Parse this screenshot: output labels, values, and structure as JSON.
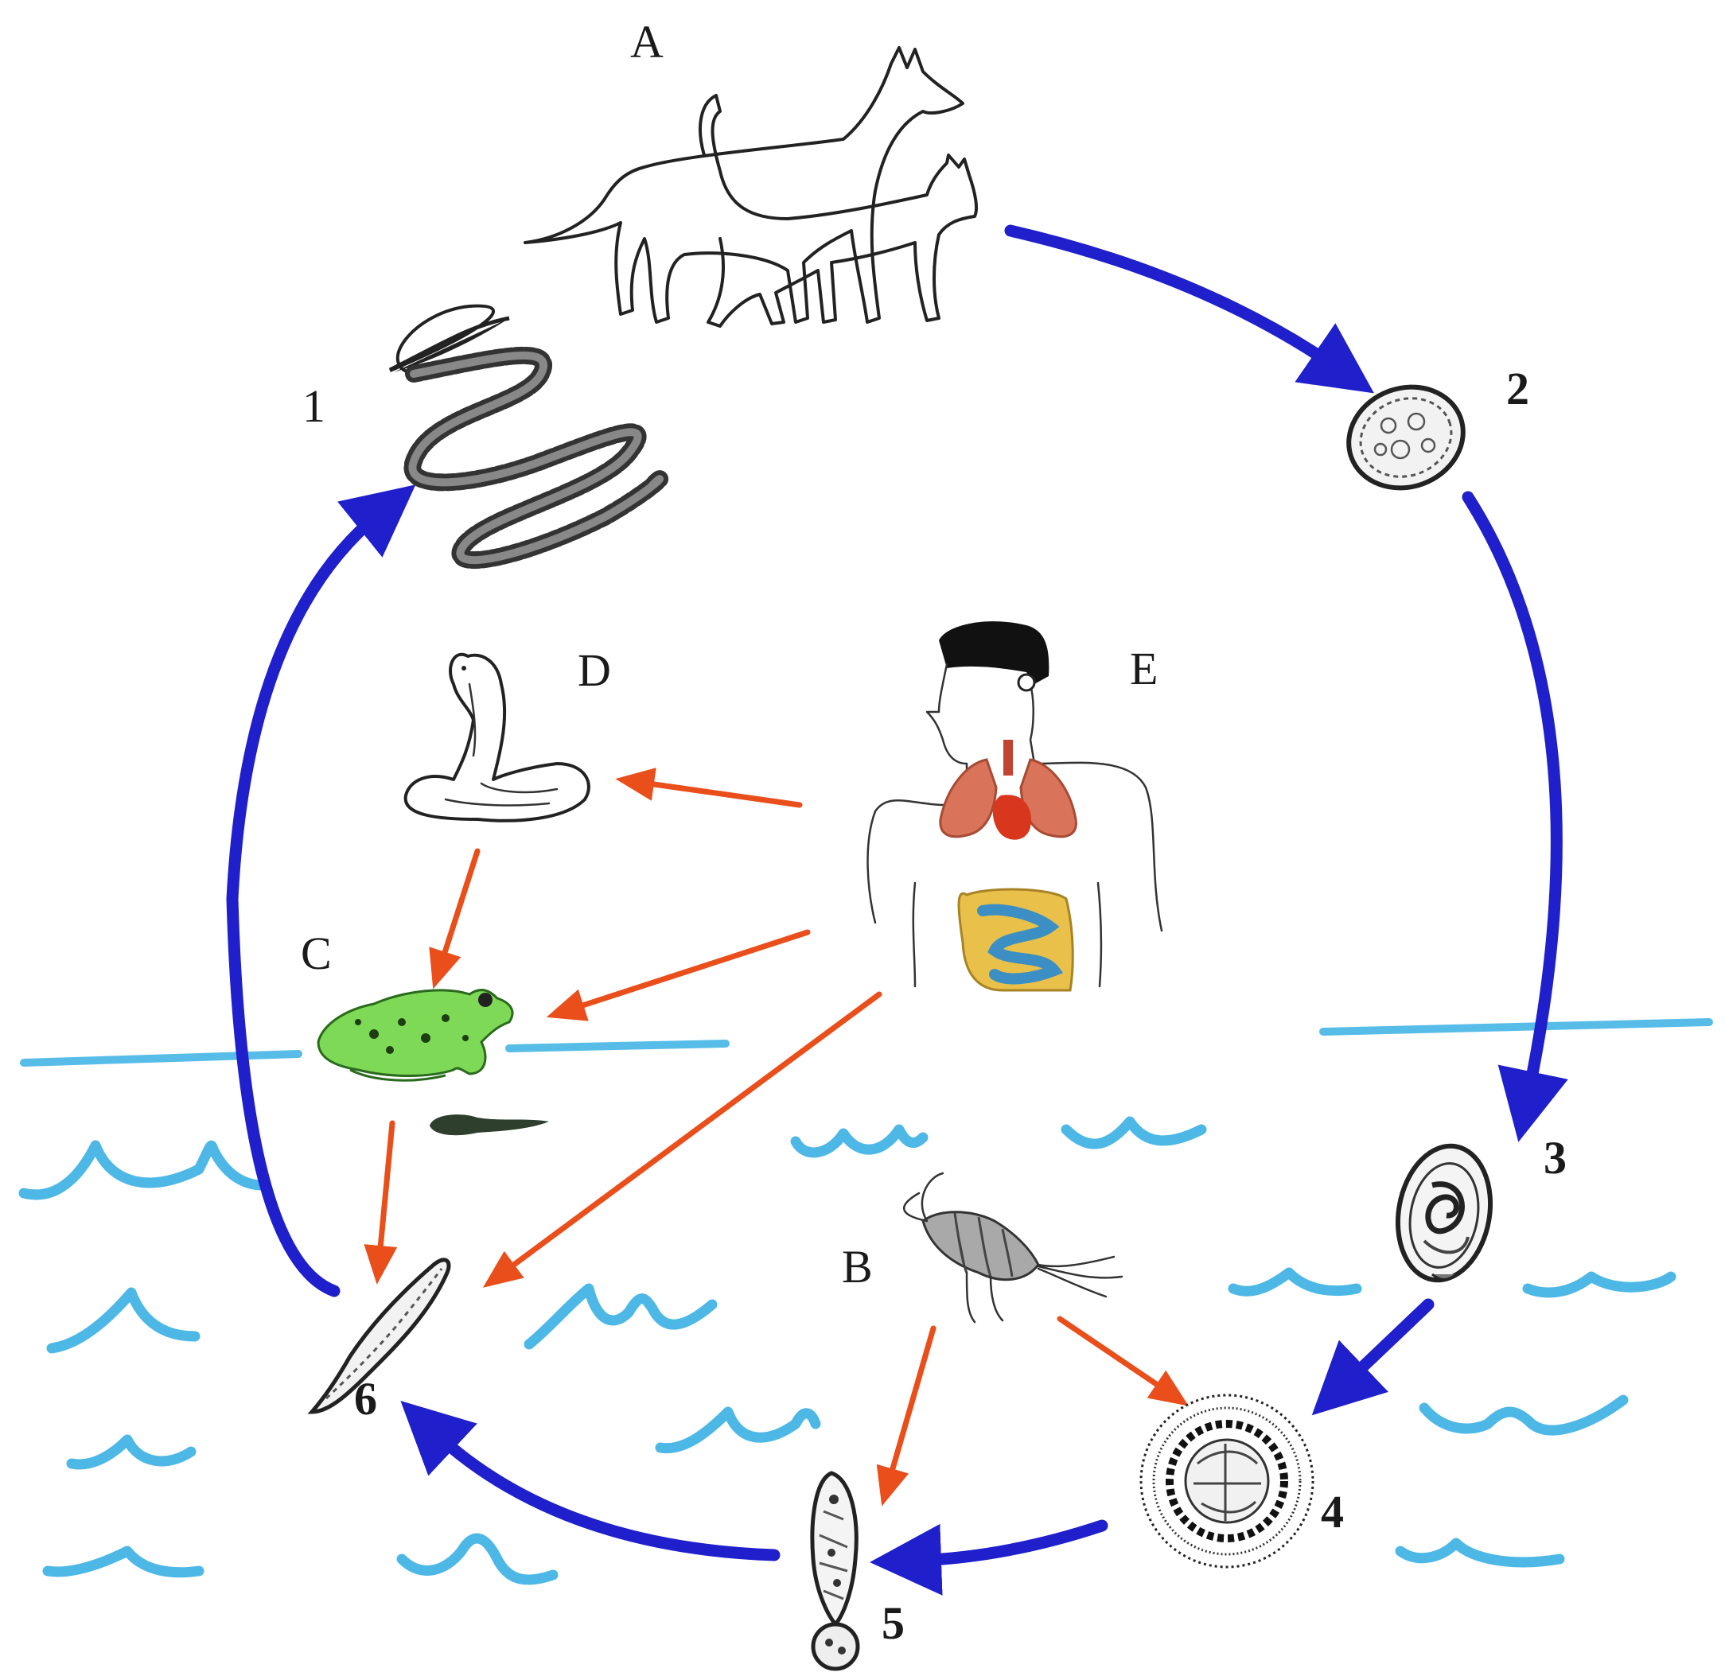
{
  "colors": {
    "main_cycle_arrow": "#1f1fcc",
    "alternative_path_arrow": "#e94e1b",
    "water": "#4db8e6",
    "frog": "#7ed957",
    "lungs": "#d9735a",
    "intestine": "#e8c04a",
    "small_intestine": "#3b8fc4"
  },
  "labels": {
    "A": "A",
    "B": "B",
    "C": "C",
    "D": "D",
    "E": "E",
    "s1": "1",
    "s2": "2",
    "s3": "3",
    "s4": "4",
    "s5": "5",
    "s6": "6"
  },
  "icons": {
    "A": "dog-and-cat-icon",
    "B": "copepod-icon",
    "C": "frog-and-tadpole-icon",
    "D": "cobra-snake-icon",
    "E": "human-torso-organs-icon",
    "s1": "adult-tapeworm-icon",
    "s2": "egg-icon",
    "s3": "embryonated-egg-icon",
    "s4": "coracidium-icon",
    "s5": "procercoid-icon",
    "s6": "plerocercoid-icon"
  }
}
